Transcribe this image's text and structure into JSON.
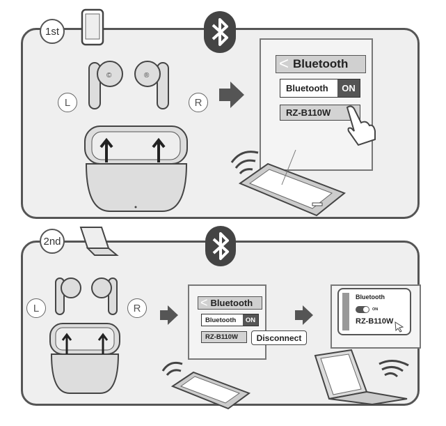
{
  "step1": {
    "label": "1st",
    "left": "L",
    "right": "R",
    "phone_ui": {
      "title": "Bluetooth",
      "toggle_label": "Bluetooth",
      "toggle_state": "ON",
      "device": "RZ-B110W"
    }
  },
  "step2": {
    "label": "2nd",
    "left": "L",
    "right": "R",
    "phone_ui": {
      "title": "Bluetooth",
      "toggle_label": "Bluetooth",
      "toggle_state": "ON",
      "device": "RZ-B110W",
      "popup": "Disconnect"
    },
    "pc_ui": {
      "title": "Bluetooth",
      "toggle_state": "ON",
      "device": "RZ-B110W"
    }
  },
  "colors": {
    "panel_bg": "#efefef",
    "border": "#555555",
    "dark": "#444444"
  }
}
